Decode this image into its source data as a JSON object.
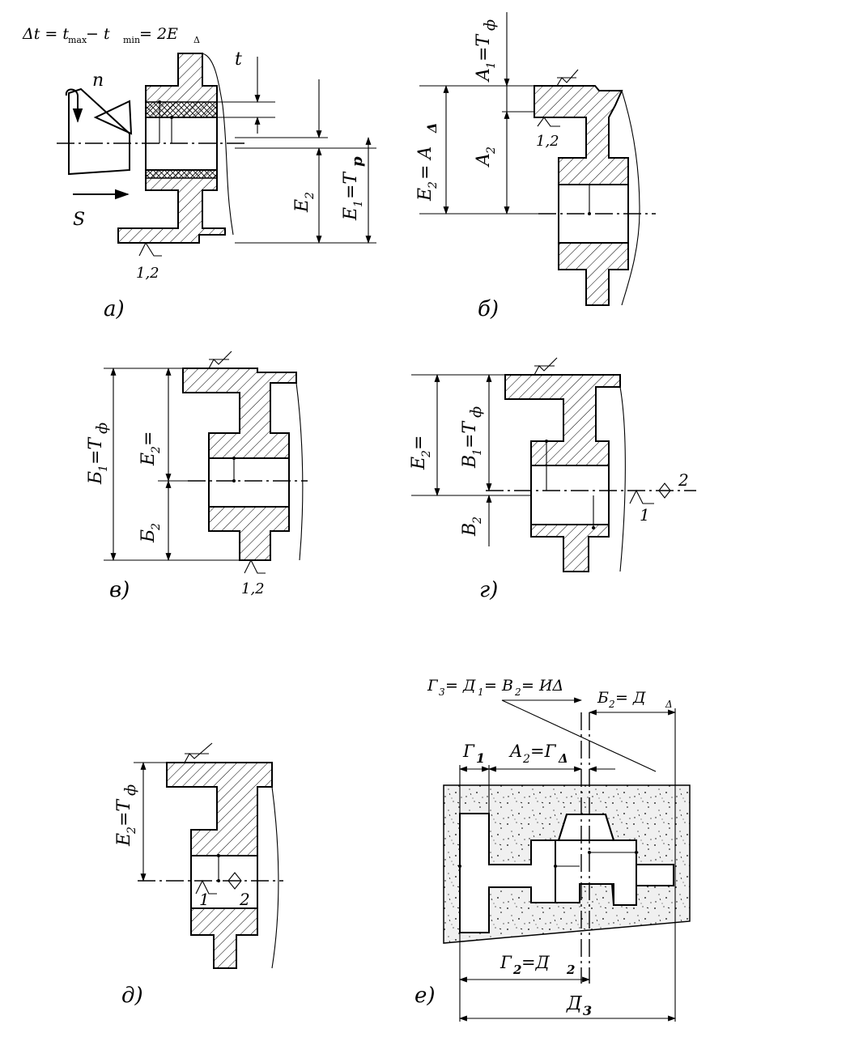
{
  "formula": {
    "text": "Δt = t",
    "max": "max",
    "minus": " − t",
    "min": "min",
    "rest": " = 2E",
    "delta": "Δ"
  },
  "panels": {
    "a": {
      "caption": "а)",
      "n": "n",
      "s": "S",
      "t": "t",
      "e2": "E",
      "e2_sub": "2",
      "e1": "E",
      "e1_sub": "1",
      "e1_eq": "=T",
      "e1_tsub": "p",
      "base": "1,2"
    },
    "b": {
      "caption": "б)",
      "a1": "A",
      "a1_sub": "1",
      "a1_eq": "=T",
      "a1_tsub": "ф",
      "a2": "A",
      "a2_sub": "2",
      "e2": "E",
      "e2_sub": "2",
      "e2_eq": "= A",
      "e2_asub": "Δ",
      "base": "1,2"
    },
    "v": {
      "caption": "в)",
      "b1": "Б",
      "b1_sub": "1",
      "b1_eq": "=T",
      "b1_tsub": "ф",
      "e2": "E",
      "e2_sub": "2",
      "e2_eq": "=",
      "b2": "Б",
      "b2_sub": "2",
      "base": "1,2"
    },
    "g": {
      "caption": "г)",
      "e2": "E",
      "e2_sub": "2",
      "e2_eq": "=",
      "v1": "В",
      "v1_sub": "1",
      "v1_eq": "=T",
      "v1_tsub": "ф",
      "v2": "В",
      "v2_sub": "2",
      "mark1": "1",
      "mark2": "2"
    },
    "d": {
      "caption": "д)",
      "e2": "E",
      "e2_sub": "2",
      "e2_eq": "=T",
      "e2_tsub": "ф",
      "mark1": "1",
      "mark2": "2"
    },
    "e": {
      "caption": "е)",
      "top_formula": "Г",
      "top_sub3": "3",
      "top_eq1": " = Д",
      "top_sub1": "1",
      "top_eq2": " = В",
      "top_sub2": "2",
      "top_eq3": " = ИΔ",
      "b2": "Б",
      "b2_sub": "2",
      "b2_eq": " = Д",
      "b2_dsub": "Δ",
      "g1": "Г",
      "g1_sub": "1",
      "a2": "A",
      "a2_sub": "2",
      "a2_eq": "=Г",
      "a2_gsub": "Δ",
      "g2": "Г",
      "g2_sub": "2",
      "g2_eq": "=Д",
      "g2_dsub": "2",
      "d3": "Д",
      "d3_sub": "3"
    }
  }
}
